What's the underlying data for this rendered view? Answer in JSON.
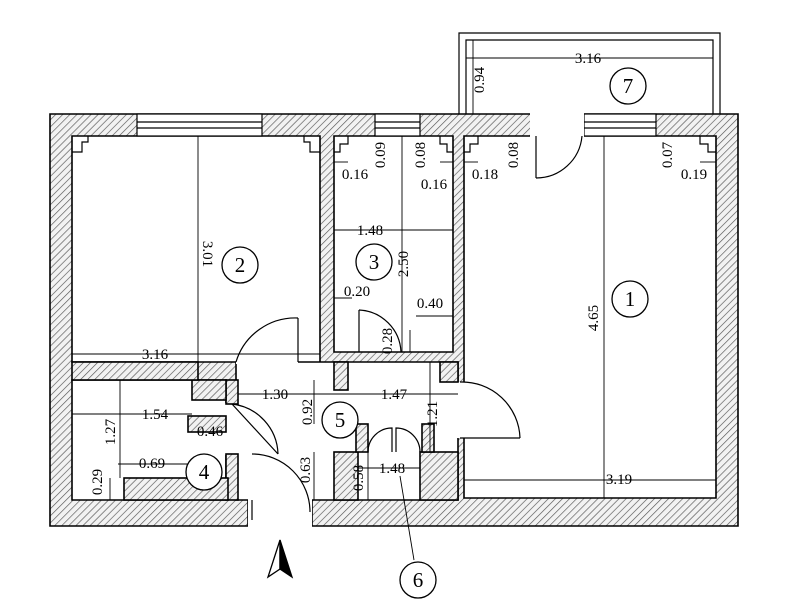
{
  "rooms": [
    {
      "id": "1",
      "label": "1"
    },
    {
      "id": "2",
      "label": "2"
    },
    {
      "id": "3",
      "label": "3"
    },
    {
      "id": "4",
      "label": "4"
    },
    {
      "id": "5",
      "label": "5"
    },
    {
      "id": "6",
      "label": "6"
    },
    {
      "id": "7",
      "label": "7"
    }
  ],
  "dimensions": {
    "balcony_width": "3.16",
    "balcony_depth": "0.94",
    "r2_height": "3.01",
    "r2_width": "3.16",
    "r3_width": "1.48",
    "r3_height": "2.50",
    "r3_left_offset": "0.16",
    "r3_right_offset": "0.16",
    "r3_left_gap": "0.09",
    "r3_right_gap": "0.08",
    "r3_bottom_left": "0.20",
    "r3_bottom_right": "0.40",
    "r1_left_gap": "0.08",
    "r1_left_offset": "0.18",
    "r1_right_gap": "0.07",
    "r1_right_offset": "0.19",
    "r1_height": "4.65",
    "r1_width": "3.19",
    "hall_width": "1.30",
    "hall_depth": "0.92",
    "corridor_width": "1.47",
    "corridor_depth": "1.21",
    "door_step": "0.28",
    "r4_width": "1.54",
    "r4_height": "1.27",
    "r4_niche": "0.46",
    "r4_bottom_width": "0.69",
    "r4_bottom_height": "0.29",
    "hall_bottom": "0.63",
    "r6_width": "1.48",
    "r6_height": "0.58"
  }
}
